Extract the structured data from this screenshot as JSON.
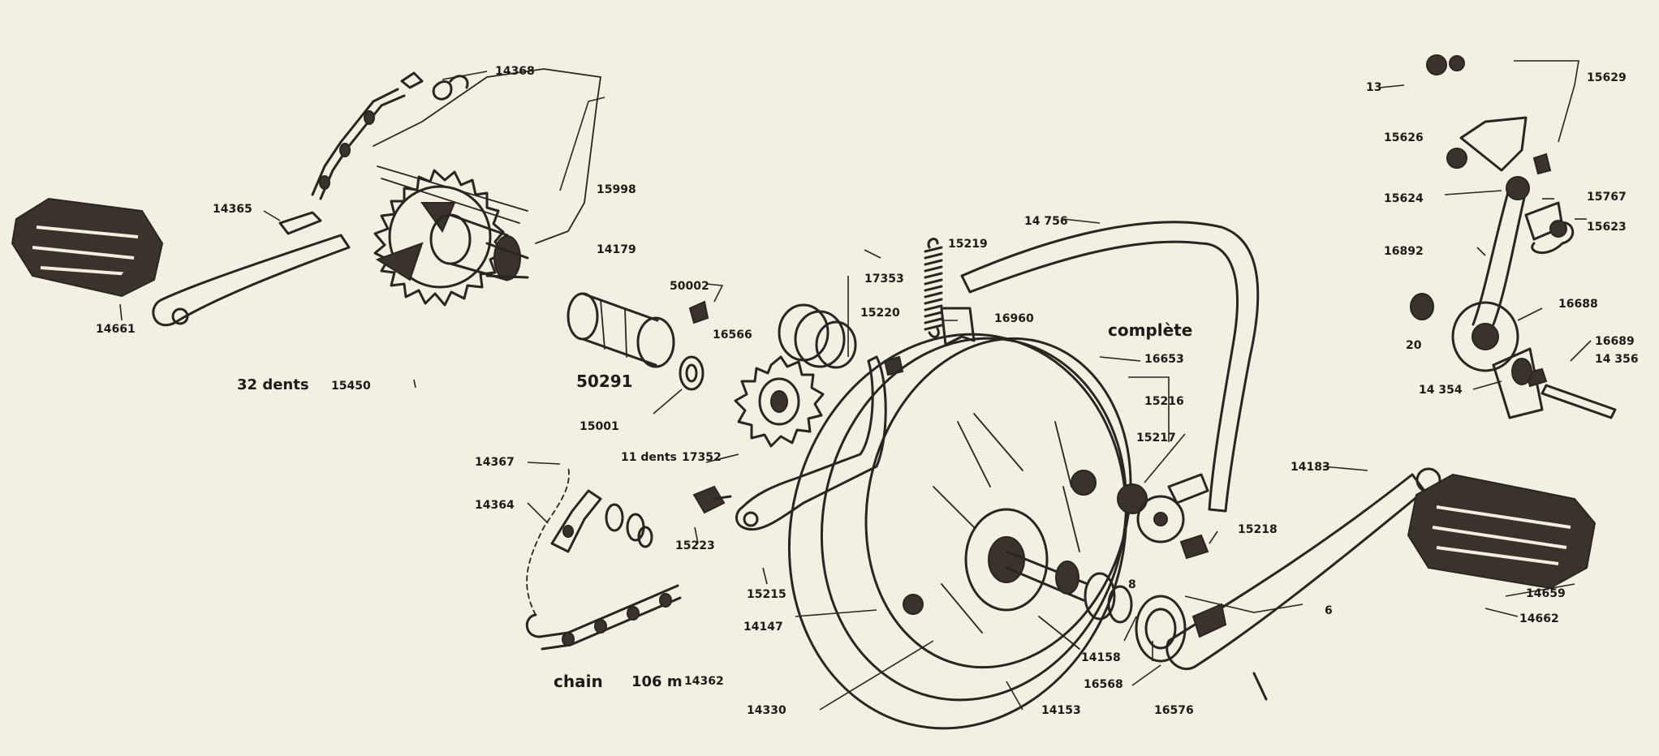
{
  "diagram": {
    "labels": [
      {
        "id": "14368",
        "text": "14368"
      },
      {
        "id": "14365",
        "text": "14365"
      },
      {
        "id": "15998",
        "text": "15998"
      },
      {
        "id": "14179",
        "text": "14179"
      },
      {
        "id": "14661",
        "text": "14661"
      },
      {
        "id": "32dents",
        "text": "32 dents"
      },
      {
        "id": "15450",
        "text": "15450"
      },
      {
        "id": "50002",
        "text": "50002"
      },
      {
        "id": "16566",
        "text": "16566"
      },
      {
        "id": "50291",
        "text": "50291"
      },
      {
        "id": "15001",
        "text": "15001"
      },
      {
        "id": "11dents",
        "text": "11 dents"
      },
      {
        "id": "17352",
        "text": "17352"
      },
      {
        "id": "17353",
        "text": "17353"
      },
      {
        "id": "15219",
        "text": "15219"
      },
      {
        "id": "15220",
        "text": "15220"
      },
      {
        "id": "16960",
        "text": "16960"
      },
      {
        "id": "14756",
        "text": "14 756"
      },
      {
        "id": "complete",
        "text": "complète"
      },
      {
        "id": "16653",
        "text": "16653"
      },
      {
        "id": "15216",
        "text": "15216"
      },
      {
        "id": "15217",
        "text": "15217"
      },
      {
        "id": "15218",
        "text": "15218"
      },
      {
        "id": "14367",
        "text": "14367"
      },
      {
        "id": "14364",
        "text": "14364"
      },
      {
        "id": "15223",
        "text": "15223"
      },
      {
        "id": "15215",
        "text": "15215"
      },
      {
        "id": "14147",
        "text": "14147"
      },
      {
        "id": "chain",
        "text": "chain"
      },
      {
        "id": "106m",
        "text": "106 m"
      },
      {
        "id": "14362",
        "text": "14362"
      },
      {
        "id": "14330",
        "text": "14330"
      },
      {
        "id": "14153",
        "text": "14153"
      },
      {
        "id": "14158",
        "text": "14158"
      },
      {
        "id": "16568",
        "text": "16568"
      },
      {
        "id": "16576",
        "text": "16576"
      },
      {
        "id": "8",
        "text": "8"
      },
      {
        "id": "6",
        "text": "6"
      },
      {
        "id": "14183",
        "text": "14183"
      },
      {
        "id": "14659",
        "text": "14659"
      },
      {
        "id": "14662",
        "text": "14662"
      },
      {
        "id": "13",
        "text": "13"
      },
      {
        "id": "15629",
        "text": "15629"
      },
      {
        "id": "15626",
        "text": "15626"
      },
      {
        "id": "15624",
        "text": "15624"
      },
      {
        "id": "15767",
        "text": "15767"
      },
      {
        "id": "15623",
        "text": "15623"
      },
      {
        "id": "16892",
        "text": "16892"
      },
      {
        "id": "16688",
        "text": "16688"
      },
      {
        "id": "20",
        "text": "20"
      },
      {
        "id": "16689",
        "text": "16689"
      },
      {
        "id": "14356",
        "text": "14 356"
      },
      {
        "id": "14354",
        "text": "14 354"
      }
    ]
  }
}
